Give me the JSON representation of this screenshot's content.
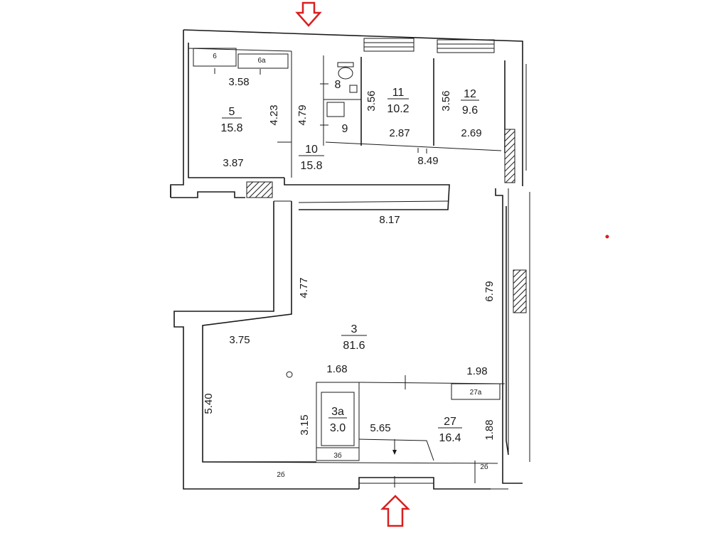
{
  "rooms": [
    {
      "id": "5",
      "area": "15.8"
    },
    {
      "id": "10",
      "area": "15.8"
    },
    {
      "id": "11",
      "area": "10.2"
    },
    {
      "id": "12",
      "area": "9.6"
    },
    {
      "id": "3",
      "area": "81.6"
    },
    {
      "id": "3a",
      "area": "3.0"
    },
    {
      "id": "27",
      "area": "16.4"
    }
  ],
  "small_labels": [
    "6",
    "6a",
    "8",
    "9",
    "27a",
    "3б",
    "2б",
    "2б"
  ],
  "dimensions": [
    "3.58",
    "4.23",
    "3.87",
    "4.79",
    "3.56",
    "2.87",
    "3.56",
    "2.69",
    "8.49",
    "8.17",
    "4.77",
    "6.79",
    "3.75",
    "1.68",
    "1.98",
    "5.40",
    "3.15",
    "5.65",
    "1.88"
  ],
  "colors": {
    "arrow": "#d81f1f",
    "walls": "#1a1a1a",
    "marker": "#d81f1f"
  },
  "icons": [
    "entrance-arrow-down-icon",
    "entrance-arrow-up-icon",
    "toilet-icon",
    "sink-icon",
    "shower-icon"
  ]
}
